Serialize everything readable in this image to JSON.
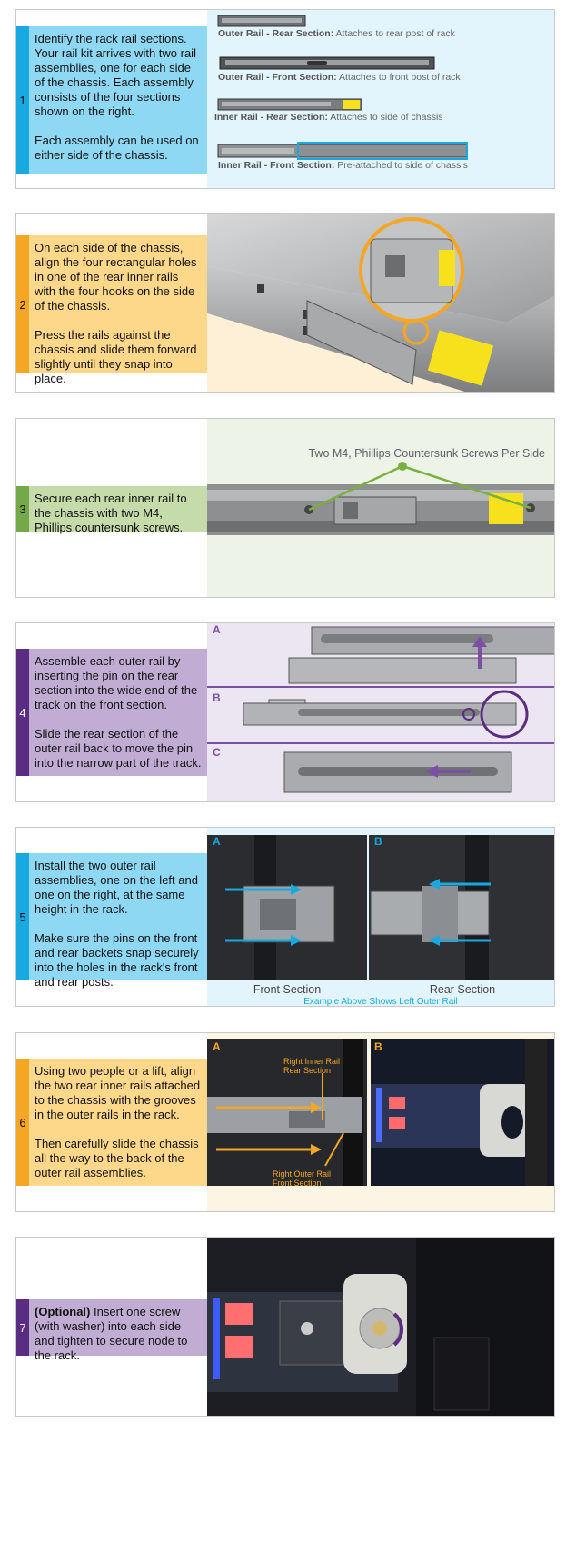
{
  "colors": {
    "blue_bar": "#19a9e1",
    "blue_fill": "#8ed8f4",
    "blue_panel": "#e3f5fc",
    "orange_bar": "#f5a623",
    "orange_fill": "#fdd88a",
    "orange_panel": "#fdf5e3",
    "green_bar": "#75a848",
    "green_fill": "#c5dcaa",
    "green_panel": "#eef3e8",
    "purple_bar": "#5a2d82",
    "purple_fill": "#c1acd3",
    "purple_panel": "#ece6f2"
  },
  "steps": [
    {
      "number": "1",
      "paragraphs": [
        "Identify the rack rail sections. Your rail kit arrives with two rail assemblies, one for each side of the chassis. Each assembly consists of the four sections shown on the right.",
        "Each assembly can be used on either side of the chassis."
      ],
      "captions": [
        {
          "title": "Outer Rail - Rear Section:",
          "text": " Attaches to rear post of rack"
        },
        {
          "title": "Outer Rail - Front Section:",
          "text": " Attaches to front post of rack"
        },
        {
          "title": "Inner Rail - Rear Section:",
          "text": " Attaches to side of chassis"
        },
        {
          "title": "Inner Rail - Front Section:",
          "text": " Pre-attached to side of chassis"
        }
      ]
    },
    {
      "number": "2",
      "paragraphs": [
        "On each side of the chassis, align the four rectangular holes in one of the rear inner rails with the four hooks on the side of the chassis.",
        "Press the rails against the chassis and slide them forward slightly until they snap into place."
      ]
    },
    {
      "number": "3",
      "paragraphs": [
        "Secure each rear inner rail to the chassis with two M4, Phillips countersunk screws."
      ],
      "callout": "Two M4, Phillips Countersunk Screws Per Side"
    },
    {
      "number": "4",
      "paragraphs": [
        "Assemble each outer rail by inserting the pin on the rear section into the wide end of the track on the front section.",
        "Slide the rear section of the outer rail back to move the pin into the narrow part of the track."
      ],
      "panel_letters": [
        "A",
        "B",
        "C"
      ]
    },
    {
      "number": "5",
      "paragraphs": [
        "Install the two outer rail assemblies, one on the left and one on the right, at the same height in the rack.",
        "Make sure the pins on the front and rear backets snap securely into the holes in the rack's front and rear posts."
      ],
      "panel_letters": [
        "A",
        "B"
      ],
      "labels": [
        "Front Section",
        "Rear Section"
      ],
      "note": "Example Above Shows Left Outer Rail"
    },
    {
      "number": "6",
      "paragraphs": [
        "Using two people or a lift, align the two rear inner rails attached to the chassis with the grooves in the outer rails in the rack.",
        "Then carefully slide the chassis all the way to the back of the outer rail assemblies."
      ],
      "panel_letters": [
        "A",
        "B"
      ],
      "callouts": [
        "Right Inner Rail Rear Section",
        "Right Outer Rail Front Section"
      ]
    },
    {
      "number": "7",
      "bold_prefix": "(Optional)",
      "paragraphs": [
        " Insert one screw (with washer) into each side and tighten to secure node to the rack."
      ]
    }
  ]
}
